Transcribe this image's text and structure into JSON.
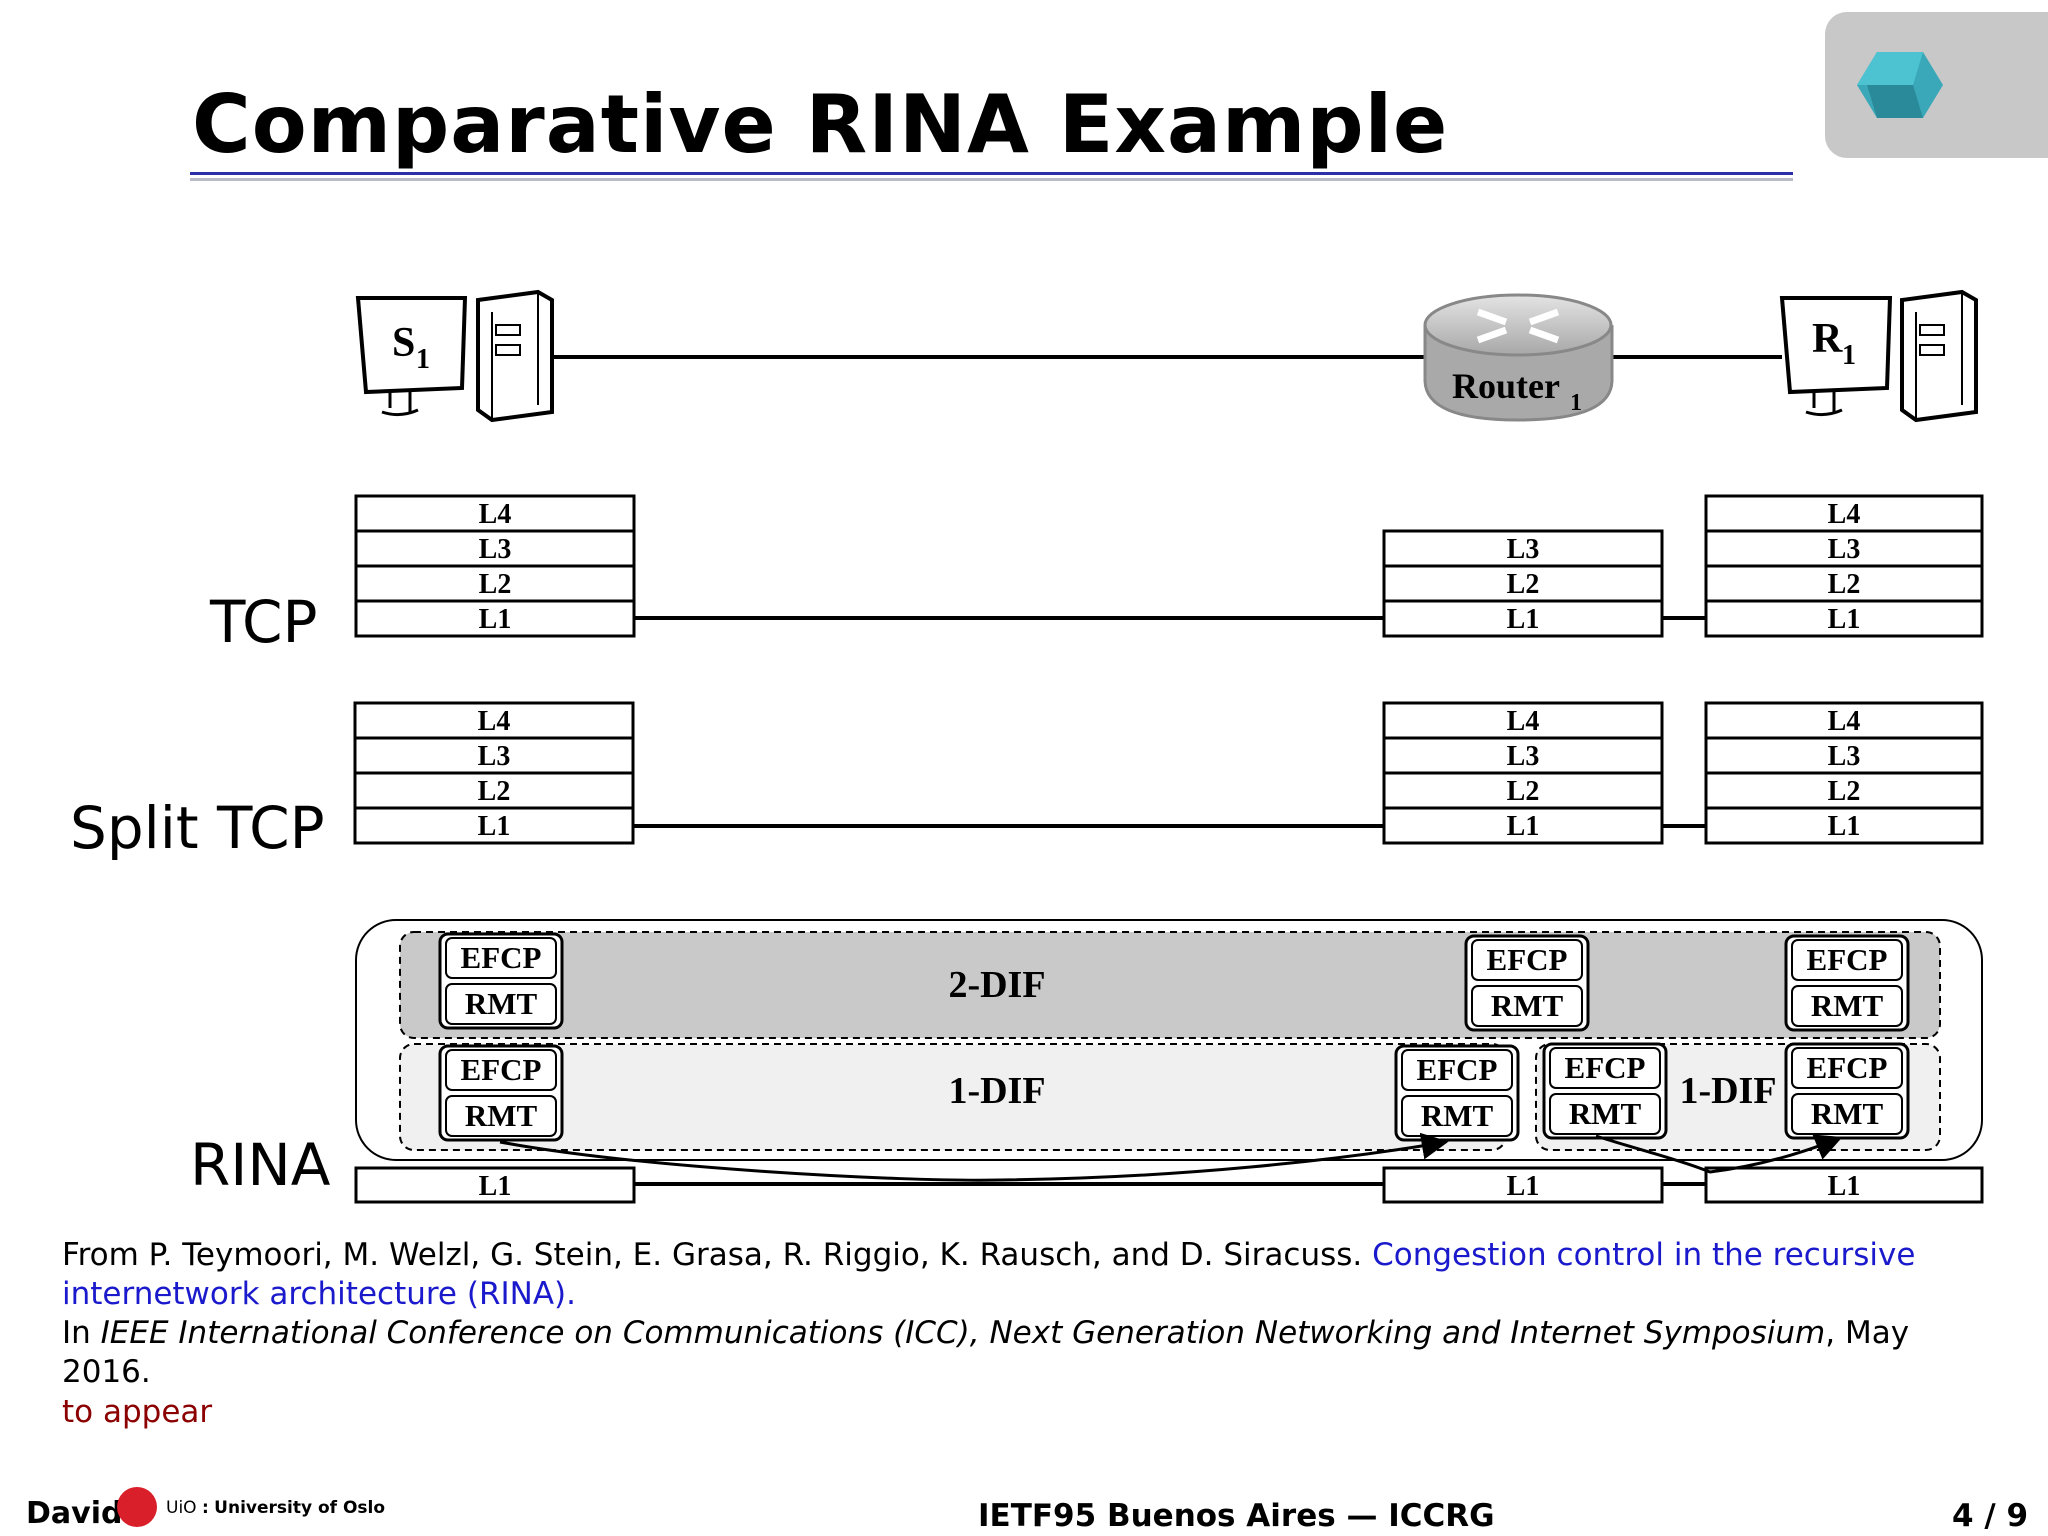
{
  "slide": {
    "title": "Comparative RINA Example",
    "page": "4 / 9"
  },
  "diagram": {
    "sender": "S",
    "sender_sub": "1",
    "receiver": "R",
    "receiver_sub": "1",
    "router": "Router",
    "router_sub": "1",
    "rows": {
      "tcp": "TCP",
      "split_tcp": "Split TCP",
      "rina": "RINA"
    },
    "layers": {
      "l4": "L4",
      "l3": "L3",
      "l2": "L2",
      "l1": "L1"
    },
    "rina": {
      "efcp": "EFCP",
      "rmt": "RMT",
      "dif2": "2-DIF",
      "dif1": "1-DIF"
    }
  },
  "citation": {
    "authors": "From P. Teymoori, M. Welzl, G. Stein, E. Grasa, R. Riggio, K. Rausch, and D. Siracuss.",
    "paper_title": "Congestion control in the recursive internetwork architecture (RINA).",
    "venue_prefix": "In",
    "venue": "IEEE International Conference on Communications (ICC), Next Generation Networking and Internet Symposium",
    "venue_suffix": ", May 2016.",
    "status": "to appear"
  },
  "footer": {
    "author": "David",
    "university_abbr": "UiO",
    "university_sep": ":",
    "university": "University of Oslo",
    "event": "IETF95 Buenos Aires — ICCRG"
  },
  "colors": {
    "title_rule": "#2c2fa8",
    "link": "#1a1acc",
    "status": "#8b0000",
    "logo_bg": "#c8c8c8",
    "logo_teal": "#3aa8b8"
  },
  "icons": {
    "sender": "desktop-computer-icon",
    "receiver": "desktop-computer-icon",
    "router": "router-icon",
    "logo": "hexagon-logo-icon"
  }
}
